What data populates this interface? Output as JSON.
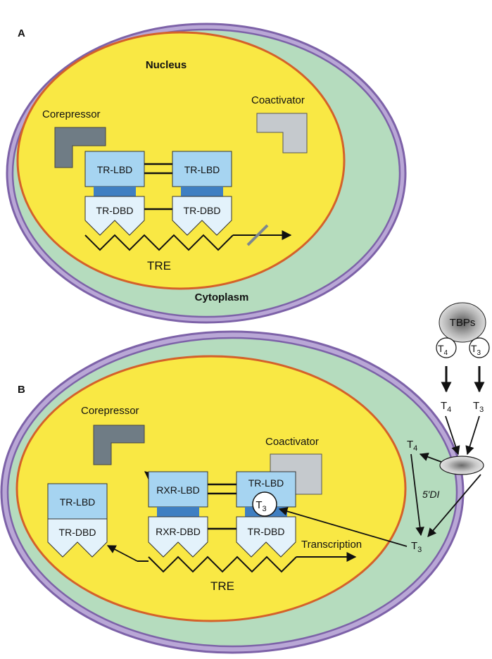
{
  "panel_a": {
    "label": "A",
    "nucleus": "Nucleus",
    "cytoplasm": "Cytoplasm",
    "corepressor": "Corepressor",
    "coactivator": "Coactivator",
    "tr_lbd_left": "TR-LBD",
    "tr_lbd_right": "TR-LBD",
    "tr_dbd_left": "TR-DBD",
    "tr_dbd_right": "TR-DBD",
    "tre": "TRE"
  },
  "panel_b": {
    "label": "B",
    "corepressor": "Corepressor",
    "coactivator": "Coactivator",
    "free_tr_lbd": "TR-LBD",
    "free_tr_dbd": "TR-DBD",
    "rxr_lbd": "RXR-LBD",
    "rxr_dbd": "RXR-DBD",
    "tr_lbd": "TR-LBD",
    "tr_dbd": "TR-DBD",
    "bound_t3": {
      "base": "T",
      "sub": "3"
    },
    "transcription": "Transcription",
    "tre": "TRE",
    "t4_inside": {
      "base": "T",
      "sub": "4"
    },
    "t3_inside": {
      "base": "T",
      "sub": "3"
    },
    "deiodinase": "5′DI"
  },
  "serum": {
    "tbps": "TBPs",
    "t4_bound": {
      "base": "T",
      "sub": "4"
    },
    "t3_bound": {
      "base": "T",
      "sub": "3"
    },
    "t4_free": {
      "base": "T",
      "sub": "4"
    },
    "t3_free": {
      "base": "T",
      "sub": "3"
    }
  },
  "colors": {
    "membrane": "#7d62a8",
    "membrane_fill": "#b9a7d6",
    "cytoplasm": "#b5dcbe",
    "nucleus": "#f9e844",
    "nuclear_envelope": "#d4612a",
    "lbd": "#a6d4f1",
    "dbd": "#e3f2fb",
    "hinge": "#3f7fc2",
    "corepressor": "#6f7c85",
    "coactivator": "#c5c9cd"
  }
}
